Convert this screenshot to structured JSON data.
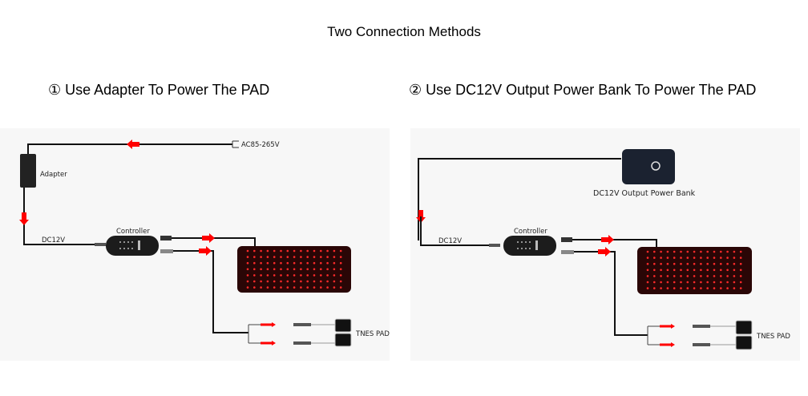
{
  "title": "Two Connection Methods",
  "methods": [
    {
      "heading": "① Use Adapter To Power The PAD",
      "source_label": "AC85-265V",
      "device_label": "Adapter",
      "dc_label": "DC12V",
      "controller_label": "Controller",
      "tens_label": "TNES PAD"
    },
    {
      "heading": "② Use DC12V Output Power Bank To Power The PAD",
      "device_label": "DC12V Output Power Bank",
      "dc_label": "DC12V",
      "controller_label": "Controller",
      "tens_label": "TNES PAD"
    }
  ],
  "colors": {
    "arrow": "#ff0000",
    "led": "#ff2a2a",
    "pad": "#2a0606",
    "wire": "#111111"
  }
}
